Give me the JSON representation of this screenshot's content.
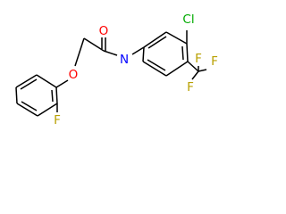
{
  "molecule": {
    "atom_labels": {
      "oxygen_carbonyl": "O",
      "nitrogen": "N",
      "chlorine": "Cl",
      "oxygen_ether": "O",
      "fluorine_aryl": "F",
      "fluorine_cf3_top": "F",
      "fluorine_cf3_left": "F",
      "fluorine_cf3_bottom": "F"
    },
    "colors": {
      "bond": "#000000",
      "oxygen": "#ff0000",
      "nitrogen": "#0000ff",
      "chlorine": "#00aa00",
      "fluorine": "#b8a000",
      "background": "#ffffff"
    }
  }
}
